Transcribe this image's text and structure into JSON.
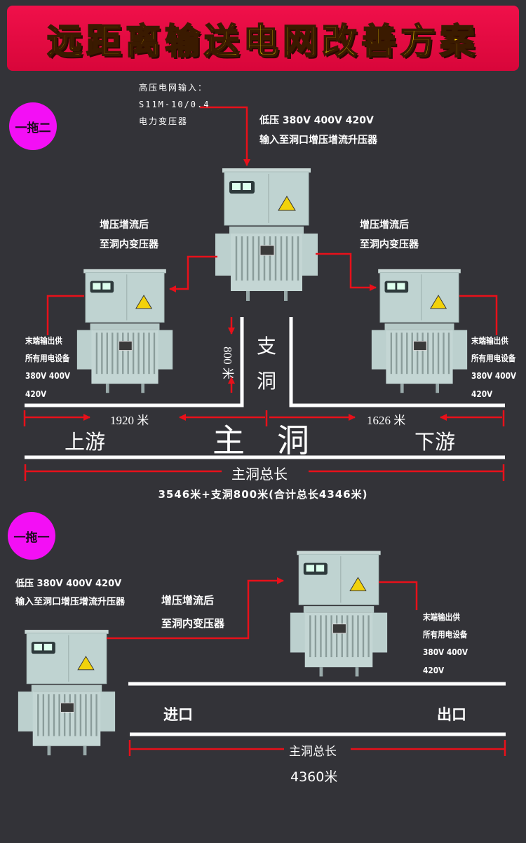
{
  "title": "远距离输送电网改善方案",
  "section1": {
    "badge": "一拖二",
    "hv_input": [
      "高压电网输入：",
      "S11M-10/0.4",
      "电力变压器"
    ],
    "lv_input": [
      "低压 380V 400V 420V",
      "输入至洞口增压增流升压器"
    ],
    "boost_left": [
      "增压增流后",
      "至洞内变压器"
    ],
    "boost_right": [
      "增压增流后",
      "至洞内变压器"
    ],
    "output_left": [
      "末端输出供",
      "所有用电设备",
      "380V 400V",
      "420V"
    ],
    "output_right": [
      "末端输出供",
      "所有用电设备",
      "380V 400V",
      "420V"
    ],
    "branch_length": "800 米",
    "branch_label": [
      "支",
      "洞"
    ],
    "upstream_length": "1920 米",
    "downstream_length": "1626 米",
    "upstream": "上游",
    "downstream": "下游",
    "main_tunnel": [
      "主",
      "洞"
    ],
    "main_total_label": "主洞总长",
    "summary": "3546米+支洞800米(合计总长4346米)"
  },
  "section2": {
    "badge": "一拖一",
    "lv_input": [
      "低压 380V 400V 420V",
      "输入至洞口增压增流升压器"
    ],
    "boost": [
      "增压增流后",
      "至洞内变压器"
    ],
    "output": [
      "末端输出供",
      "所有用电设备",
      "380V 400V",
      "420V"
    ],
    "entrance": "进口",
    "exit": "出口",
    "main_total_label": "主洞总长",
    "total": "4360米"
  },
  "colors": {
    "background": "#333338",
    "banner": "#e40a40",
    "title_text": "#ffe000",
    "badge": "#f30ff5",
    "arrow": "#e8101a"
  }
}
